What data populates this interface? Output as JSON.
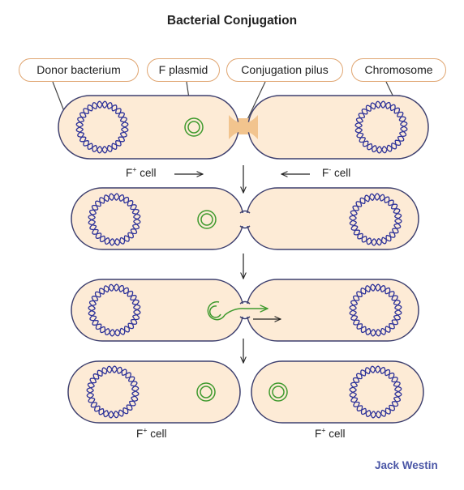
{
  "title": "Bacterial Conjugation",
  "labels": {
    "donor": "Donor bacterium",
    "plasmid": "F plasmid",
    "pilus": "Conjugation pilus",
    "chromosome": "Chromosome"
  },
  "captions": {
    "f_base": "F",
    "plus": "+",
    "minus": "-",
    "cell": "cell"
  },
  "brand": "Jack Westin",
  "colors": {
    "cell_fill": "#fdebd6",
    "cell_stroke": "#3d3f6e",
    "chromosome": "#2d3299",
    "plasmid": "#3f9a2e",
    "pilus": "#f2c48e",
    "label_border": "#e0a672",
    "brand": "#4a56a6"
  }
}
